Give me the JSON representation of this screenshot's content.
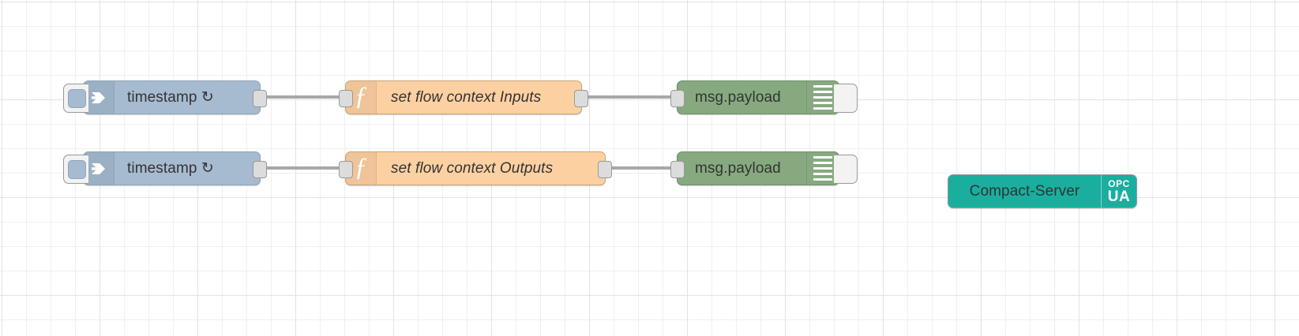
{
  "editor": {
    "name": "node-red-flow-canvas",
    "background_color": "#ffffff",
    "grid_minor_color": "#f0f0f0",
    "grid_major_color": "#e3e3e3",
    "wire_color": "#a8a8a8"
  },
  "palette": {
    "inject_color": "#a6bbcf",
    "function_color": "#fdd0a2",
    "debug_color": "#87a980",
    "opcua_color": "#1aae9f",
    "port_color": "#dcdcdc"
  },
  "flows": [
    {
      "row": 1,
      "nodes": [
        {
          "type": "inject",
          "label": "timestamp ↻",
          "icon": "inject-arrow-icon"
        },
        {
          "type": "function",
          "label": "set flow context Inputs",
          "icon": "function-f-icon"
        },
        {
          "type": "debug",
          "label": "msg.payload",
          "icon": "debug-list-icon"
        }
      ]
    },
    {
      "row": 2,
      "nodes": [
        {
          "type": "inject",
          "label": "timestamp ↻",
          "icon": "inject-arrow-icon"
        },
        {
          "type": "function",
          "label": "set flow context Outputs",
          "icon": "function-f-icon"
        },
        {
          "type": "debug",
          "label": "msg.payload",
          "icon": "debug-list-icon"
        }
      ]
    }
  ],
  "standalone": {
    "opcua_server": {
      "label": "Compact-Server",
      "icon_top": "OPC",
      "icon_bottom": "UA"
    }
  },
  "glyphs": {
    "function_f": "ƒ"
  }
}
